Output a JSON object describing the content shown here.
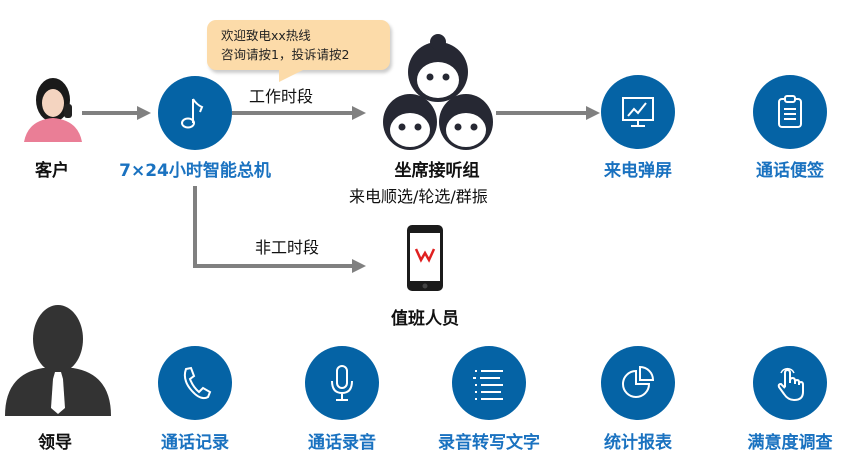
{
  "customer": {
    "label": "客户",
    "icon": "customer-woman-phone-icon"
  },
  "switchboard": {
    "label": "7×24小时智能总机",
    "icon": "music-note-icon"
  },
  "bubble": {
    "line1": "欢迎致电xx热线",
    "line2": "咨询请按1，投诉请按2"
  },
  "work_hours": "工作时段",
  "off_hours": "非工时段",
  "agents": {
    "label": "坐席接听组",
    "sub": "来电顺选/轮选/群振",
    "icon": "agents-headset-icon"
  },
  "popup": {
    "label": "来电弹屏",
    "icon": "monitor-chart-icon"
  },
  "notes": {
    "label": "通话便签",
    "icon": "clipboard-icon"
  },
  "duty": {
    "label": "值班人员",
    "icon": "smartphone-icon"
  },
  "leader": {
    "label": "领导",
    "icon": "leader-silhouette-icon"
  },
  "features": [
    {
      "label": "通话记录",
      "icon": "phone-icon"
    },
    {
      "label": "通话录音",
      "icon": "microphone-icon"
    },
    {
      "label": "录音转写文字",
      "icon": "text-lines-icon"
    },
    {
      "label": "统计报表",
      "icon": "pie-chart-icon"
    },
    {
      "label": "满意度调查",
      "icon": "hand-tap-icon"
    }
  ],
  "colors": {
    "blue": "#0563a5",
    "label_blue": "#1a72c0",
    "arrow": "#808080",
    "bubble": "#fcdba9"
  }
}
